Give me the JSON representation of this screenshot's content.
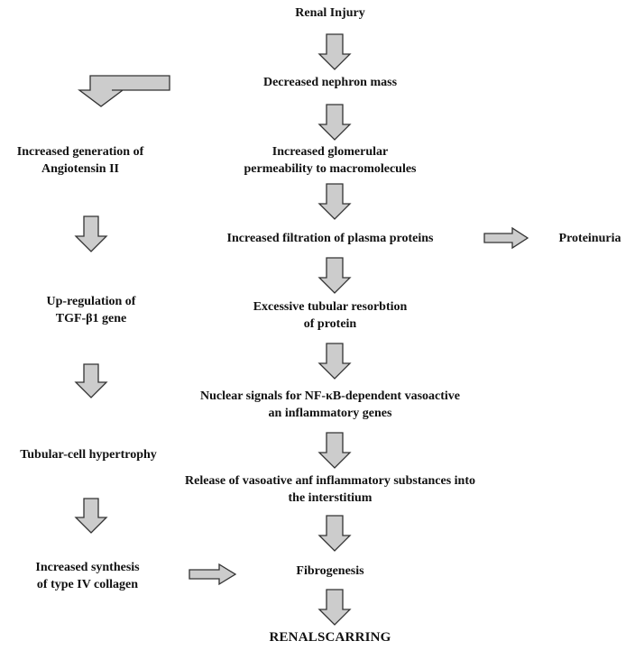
{
  "diagram": {
    "center": {
      "renal_injury": "Renal Injury",
      "decreased_nephron_mass": "Decreased nephron mass",
      "increased_permeability": [
        "Increased glomerular",
        "permeability to macromolecules"
      ],
      "increased_filtration": "Increased filtration of plasma proteins",
      "excessive_resorbtion": [
        "Excessive tubular resorbtion",
        "of protein"
      ],
      "nuclear_signals": [
        "Nuclear signals for NF-κB-dependent vasoactive",
        "an inflammatory genes"
      ],
      "release_substances": [
        "Release of vasoative anf inflammatory substances into",
        "the interstitium"
      ],
      "fibrogenesis": "Fibrogenesis",
      "renal_scarring": "RENALSCARRING"
    },
    "left": {
      "angiotensin": [
        "Increased generation of",
        "Angiotensin II"
      ],
      "tgf": [
        "Up-regulation of",
        "TGF-β1 gene"
      ],
      "hypertrophy": "Tubular-cell hypertrophy",
      "collagen": [
        "Increased synthesis",
        "of type IV collagen"
      ]
    },
    "right": {
      "proteinuria": "Proteinuria"
    },
    "colors": {
      "arrow_fill": "#cccccc",
      "arrow_stroke": "#333333",
      "text": "#111111"
    }
  }
}
